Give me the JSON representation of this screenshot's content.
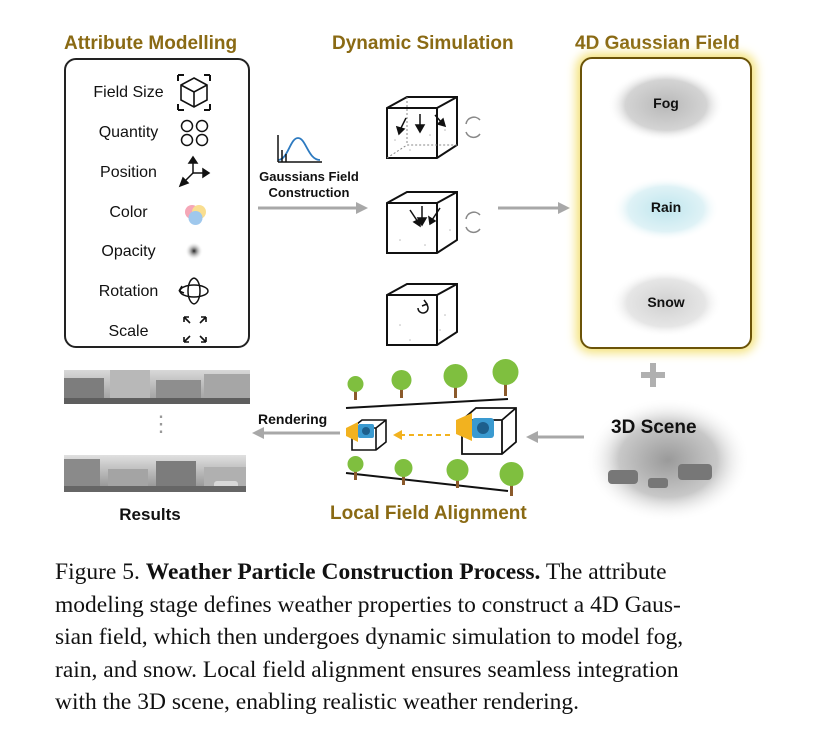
{
  "sections": {
    "attribute_modelling": "Attribute Modelling",
    "dynamic_simulation": "Dynamic Simulation",
    "gaussian_field": "4D Gaussian Field",
    "local_field_alignment": "Local Field Alignment"
  },
  "attributes": [
    {
      "label": "Field Size",
      "icon": "cube-icon"
    },
    {
      "label": "Quantity",
      "icon": "circles-icon"
    },
    {
      "label": "Position",
      "icon": "axes-icon"
    },
    {
      "label": "Color",
      "icon": "color-venn-icon"
    },
    {
      "label": "Opacity",
      "icon": "blur-dot-icon"
    },
    {
      "label": "Rotation",
      "icon": "rotation-icon"
    },
    {
      "label": "Scale",
      "icon": "scale-arrows-icon"
    }
  ],
  "construction_label": [
    "Gaussians Field",
    "Construction"
  ],
  "weather": [
    "Fog",
    "Rain",
    "Snow"
  ],
  "scene_label": "3D Scene",
  "rendering_label": "Rendering",
  "results_label": "Results",
  "ellipsis": "⋮",
  "caption": {
    "prefix": "Figure 5.",
    "title": "Weather Particle Construction Process.",
    "line1_rest": "The attribute",
    "lines": [
      "modeling stage defines weather properties to construct a 4D Gaus-",
      "sian field, which then undergoes dynamic simulation to model fog,",
      "rain, and snow. Local field alignment ensures seamless integration",
      "with the 3D scene, enabling realistic weather rendering."
    ]
  },
  "colors": {
    "title_gold": "#8a6a14",
    "field_border": "#6b5308",
    "arrow_gray": "#a8a8a8",
    "camera_orange": "#f2b21f",
    "camera_blue": "#3a9ad0"
  }
}
